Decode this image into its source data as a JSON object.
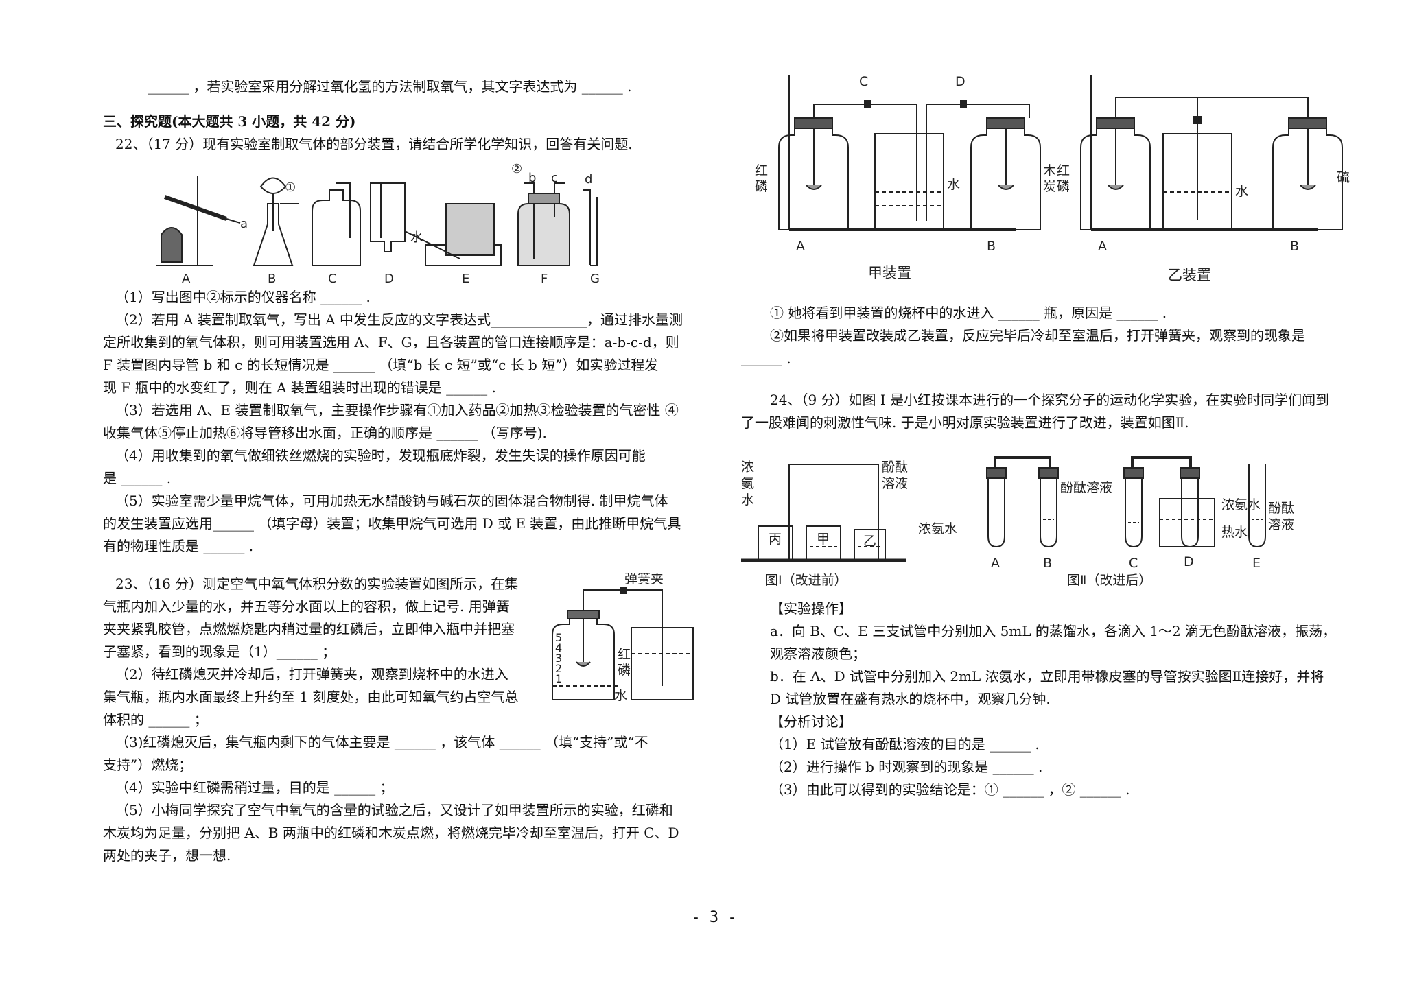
{
  "left": {
    "q21_tail": "______ ，若实验室采用分解过氧化氢的方法制取氧气，其文字表达式为 ______ .",
    "section_title": "三、探究题(本大题共 3 小题，共 42 分)",
    "q22_intro": "22、（17 分）现有实验室制取气体的部分装置，请结合所学化学知识，回答有关问题.",
    "q22_fig_labels": [
      "A",
      "B",
      "C",
      "D",
      "E",
      "F",
      "G"
    ],
    "q22_fig_marks": {
      "circle1": "①",
      "circle2": "②",
      "a": "a",
      "b": "b",
      "c": "c",
      "d": "d",
      "water": "水"
    },
    "q22_1": "（1）写出图中②标示的仪器名称 ______ .",
    "q22_2a": "（2）若用 A 装置制取氧气，写出 A 中发生反应的文字表达式______________，通过排水量测",
    "q22_2b": "定所收集到的氧气体积，则可用装置选用 A、F、G，且各装置的管口连接顺序是：a-b-c-d，则",
    "q22_2c": "F 装置图内导管 b 和 c 的长短情况是 ______ （填“b 长 c 短”或“c 长 b 短”）如实验过程发",
    "q22_2d": "现 F 瓶中的水变红了，则在 A 装置组装时出现的错误是 ______ .",
    "q22_3a": "（3）若选用 A、E 装置制取氧气，主要操作步骤有①加入药品②加热③检验装置的气密性 ④",
    "q22_3b": "收集气体⑤停止加热⑥将导管移出水面，正确的顺序是 ______ （写序号).",
    "q22_4a": "（4）用收集到的氧气做细铁丝燃烧的实验时，发现瓶底炸裂，发生失误的操作原因可能",
    "q22_4b": "是 ______ .",
    "q22_5a": "（5）实验室需少量甲烷气体，可用加热无水醋酸钠与碱石灰的固体混合物制得. 制甲烷气体",
    "q22_5b": "的发生装置应选用______ （填字母）装置；收集甲烷气可选用 D 或 E 装置，由此推断甲烷气具",
    "q22_5c": "有的物理性质是 ______ .",
    "q23_1": "23、（16 分）测定空气中氧气体积分数的实验装置如图所示，在集",
    "q23_2": "气瓶内加入少量的水，并五等分水面以上的容积，做上记号. 用弹簧",
    "q23_3": "夹夹紧乳胶管，点燃燃烧匙内稍过量的红磷后，立即伸入瓶中并把塞",
    "q23_4": "子塞紧，看到的现象是（1）______ ；",
    "q23_5": "（2）待红磷熄灭并冷却后，打开弹簧夹，观察到烧杯中的水进入",
    "q23_6": "集气瓶，瓶内水面最终上升约至 1 刻度处，由此可知氧气约占空气总",
    "q23_7": "体积的 ______ ；",
    "q23_8": "（3)红磷熄灭后，集气瓶内剩下的气体主要是 ______ ，该气体 ______ （填“支持”或“不",
    "q23_9": "支持”）燃烧；",
    "q23_10": "（4）实验中红磷需稍过量，目的是 ______ ；",
    "q23_11": "（5）小梅同学探究了空气中氧气的含量的试验之后，又设计了如甲装置所示的实验，红磷和",
    "q23_12": "木炭均为足量，分别把 A、B 两瓶中的红磷和木炭点燃，将燃烧完毕冷却至室温后，打开 C、D",
    "q23_13": "两处的夹子，想一想.",
    "q23_fig": {
      "clamp": "弹簧夹",
      "red": "红",
      "phos": "磷",
      "water": "水",
      "ticks": [
        "5",
        "4",
        "3",
        "2",
        "1"
      ]
    }
  },
  "right": {
    "fig_top": {
      "C": "C",
      "D": "D",
      "A": "A",
      "B": "B",
      "red_p": [
        "红",
        "磷"
      ],
      "charcoal": [
        "木",
        "炭"
      ],
      "water": "水",
      "sulfur": "硫",
      "jia": "甲装置",
      "yi": "乙装置"
    },
    "q23_q1": "① 她将看到甲装置的烧杯中的水进入 ______ 瓶，原因是 ______ .",
    "q23_q2a": "②如果将甲装置改装成乙装置，反应完毕后冷却至室温后，打开弹簧夹，观察到的现象是",
    "q23_q2b": "______ .",
    "q24_1": "24、（9 分）如图 I 是小红按课本进行的一个探究分子的运动化学实验，在实验时同学们闻到",
    "q24_2": "了一股难闻的刺激性气味. 于是小明对原实验装置进行了改进，装置如图Ⅱ.",
    "fig24": {
      "conc_ammonia_v": [
        "浓",
        "氨",
        "水"
      ],
      "phenol_v": [
        "酚酞",
        "溶液"
      ],
      "bing": "丙",
      "jia": "甲",
      "yi": "乙",
      "cap1": "图Ⅰ（改进前）",
      "cap2": "图Ⅱ（改进后）",
      "conc_ammonia": "浓氨水",
      "phenol_sol": "酚酞溶液",
      "conc_ammonia2": "浓氨水",
      "hot_water": "热水",
      "phenol_sol2": [
        "酚酞",
        "溶液"
      ],
      "labels": [
        "A",
        "B",
        "C",
        "D",
        "E"
      ]
    },
    "op_title": "【实验操作】",
    "op_a1": "a．向 B、C、E 三支试管中分别加入 5mL 的蒸馏水，各滴入 1～2 滴无色酚酞溶液，振荡，",
    "op_a2": "观察溶液颜色；",
    "op_b1": "b．在 A、D 试管中分别加入 2mL 浓氨水，立即用带橡皮塞的导管按实验图Ⅱ连接好，并将",
    "op_b2": "D 试管放置在盛有热水的烧杯中，观察几分钟.",
    "an_title": "【分析讨论】",
    "an_1": "（1）E 试管放有酚酞溶液的目的是 ______ .",
    "an_2": "（2）进行操作 b 时观察到的现象是 ______ .",
    "an_3": "（3）由此可以得到的实验结论是：① ______ ，② ______ ."
  },
  "page_number": "- 3 -"
}
